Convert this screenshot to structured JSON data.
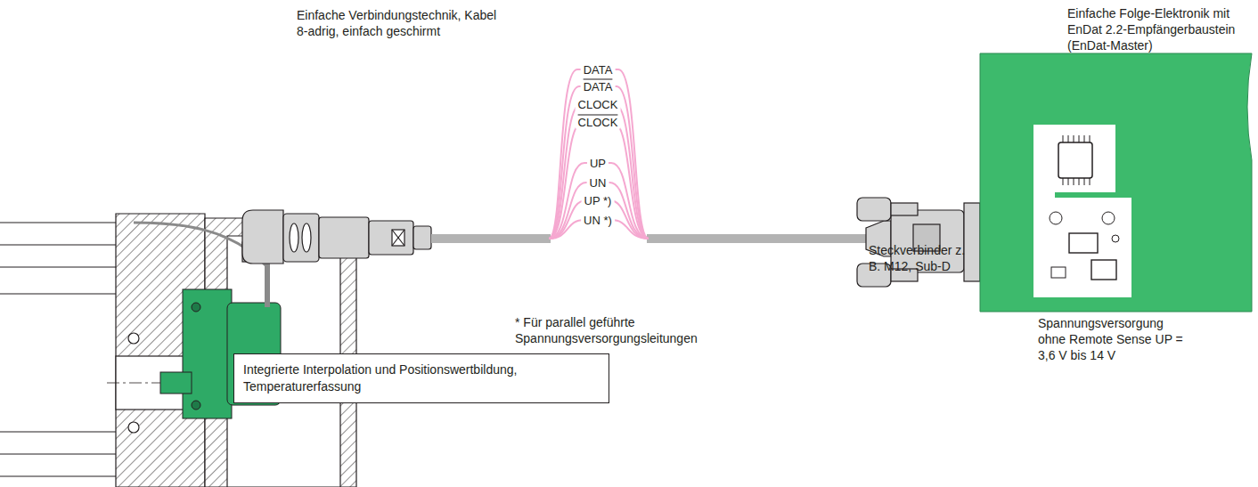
{
  "diagram": {
    "nodes": [
      {
        "text": [
          "Integrierte Interpolation und Positionswertbildung, Temperaturerfassung"
        ]
      }
    ],
    "edges": [],
    "labels": [
      "Einfache Verbindungstechnik, Kabel 8-adrig, einfach geschirmt",
      "DATA",
      "DATA",
      "CLOCK",
      "CLOCK",
      "UP",
      "UN",
      "UP *)",
      "UN *)",
      "* Für parallel geführte Spannungsversorgungsleitungen",
      "Einfache Folge-Elektronik mit EnDat 2.2-Empfängerbaustein (EnDat-Master)",
      "Steckverbinder z. B. M12, Sub-D",
      "Spannungsversorgung ohne Remote Sense UP = 3,6 V bis 14 V"
    ]
  }
}
